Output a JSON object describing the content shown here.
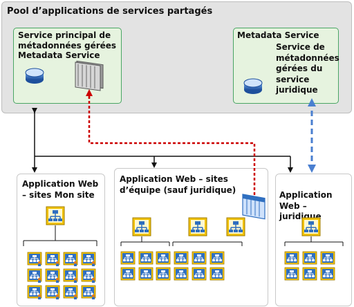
{
  "pool": {
    "title": "Pool d’applications de services partagés"
  },
  "service_primary": {
    "title": "Service principal de métadonnées gérées Metadata Service"
  },
  "service_legal": {
    "title": "Metadata Service",
    "subtitle": "Service de métadonnées gérées du service juridique"
  },
  "app_mysites": {
    "title": "Application Web – sites Mon site"
  },
  "app_teamsites": {
    "title": "Application Web – sites d’équipe (sauf juridique)"
  },
  "app_legal": {
    "title": "Application Web – juridique"
  },
  "icons": [
    "database-icon",
    "term-store-icon",
    "site-hierarchy-icon",
    "site-icon"
  ],
  "colors": {
    "pool_bg": "#e3e3e3",
    "service_bg": "#e6f3df",
    "service_border": "#49a564",
    "red_link": "#cc0000",
    "blue_link": "#4a7fd0",
    "icon_yellow": "#f2c200",
    "icon_blue": "#2f6fc0"
  }
}
